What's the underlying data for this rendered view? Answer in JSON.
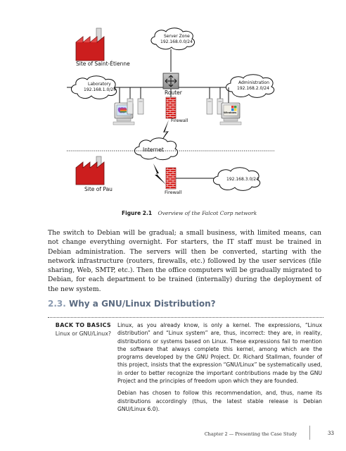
{
  "figure": {
    "labels": {
      "server_zone": "Server Zone",
      "server_zone_ip": "192.168.0.0/24",
      "site_saint_etienne": "Site of Saint-Étienne",
      "laboratory": "Laboratory",
      "laboratory_ip": "192.168.1.0/24",
      "router": "Router",
      "administration": "Administration",
      "administration_ip": "192.168.2.0/24",
      "firewall_top": "Firewall",
      "internet": "Internet",
      "site_pau": "Site of Pau",
      "firewall_bottom": "Firewall",
      "pau_ip": "192.168.3.0/24",
      "windows_logo": "Windows"
    },
    "caption_number": "Figure 2.1",
    "caption_text": "Overview of the Falcot Corp network"
  },
  "paragraph": "The switch to Debian will be gradual; a small business, with limited means, can not change everything overnight. For starters, the IT staff must be trained in Debian administration. The servers will then be converted, starting with the network infrastructure (routers, firewalls, etc.) followed by the user services (file sharing, Web, SMTP, etc.). Then the office computers will be gradually migrated to Debian, for each department to be trained (internally) during the deployment of the new system.",
  "section": {
    "number": "2.3.",
    "title": "Why a GNU/Linux Distribution?"
  },
  "sidebar": {
    "heading": "BACK TO BASICS",
    "subheading": "Linux or GNU/Linux?",
    "paragraph1": "Linux, as you already know, is only a kernel. The expressions, “Linux distribution” and “Linux system” are, thus, incorrect: they are, in reality, distributions or systems based on Linux. These expressions fail to mention the software that always complete this kernel, among which are the programs developed by the GNU Project. Dr. Richard Stallman, founder of this project, insists that the expression “GNU/Linux” be systematically used, in order to better recognize the important contributions made by the GNU Project and the principles of freedom upon which they are founded.",
    "paragraph2": "Debian has chosen to follow this recommendation, and, thus, name its distributions accordingly (thus, the latest stable release is Debian GNU/Linux 6.0)."
  },
  "footer": {
    "chapter": "Chapter 2 — Presenting the Case Study",
    "page": "33"
  }
}
